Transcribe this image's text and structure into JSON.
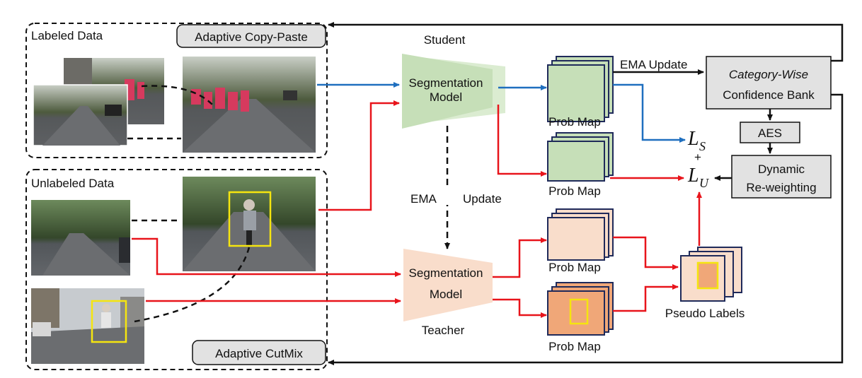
{
  "labeled_panel": {
    "title": "Labeled Data",
    "method_label": "Adaptive Copy-Paste"
  },
  "unlabeled_panel": {
    "title": "Unlabeled Data",
    "method_label": "Adaptive CutMix"
  },
  "student": {
    "caption": "Student",
    "model_line1": "Segmentation",
    "model_line2": "Model"
  },
  "teacher": {
    "caption": "Teacher",
    "model_line1": "Segmentation",
    "model_line2": "Model"
  },
  "ema_update_vertical": {
    "part1": "EMA",
    "part2": "Update"
  },
  "ema_update_top": "EMA Update",
  "prob_maps": [
    "Prob Map",
    "Prob Map",
    "Prob Map",
    "Prob Map"
  ],
  "pseudo_labels": "Pseudo Labels",
  "confidence_bank": {
    "line1": "Category-Wise",
    "line2": "Confidence Bank"
  },
  "aes": "AES",
  "reweighting": {
    "line1": "Dynamic",
    "line2": "Re-weighting"
  },
  "loss": {
    "ls_letter": "L",
    "ls_sub": "S",
    "plus": "+",
    "lu_letter": "L",
    "lu_sub": "U"
  },
  "colors": {
    "labeled_flow": "#1f6fbf",
    "unlabeled_flow": "#e8141b",
    "student_fill": "#c6dfb8",
    "teacher_fill": "#f9ddcb",
    "teacher_prob_dark": "#f0a778",
    "box_fill": "#e2e2e2",
    "map_border": "#1f2a5a"
  }
}
